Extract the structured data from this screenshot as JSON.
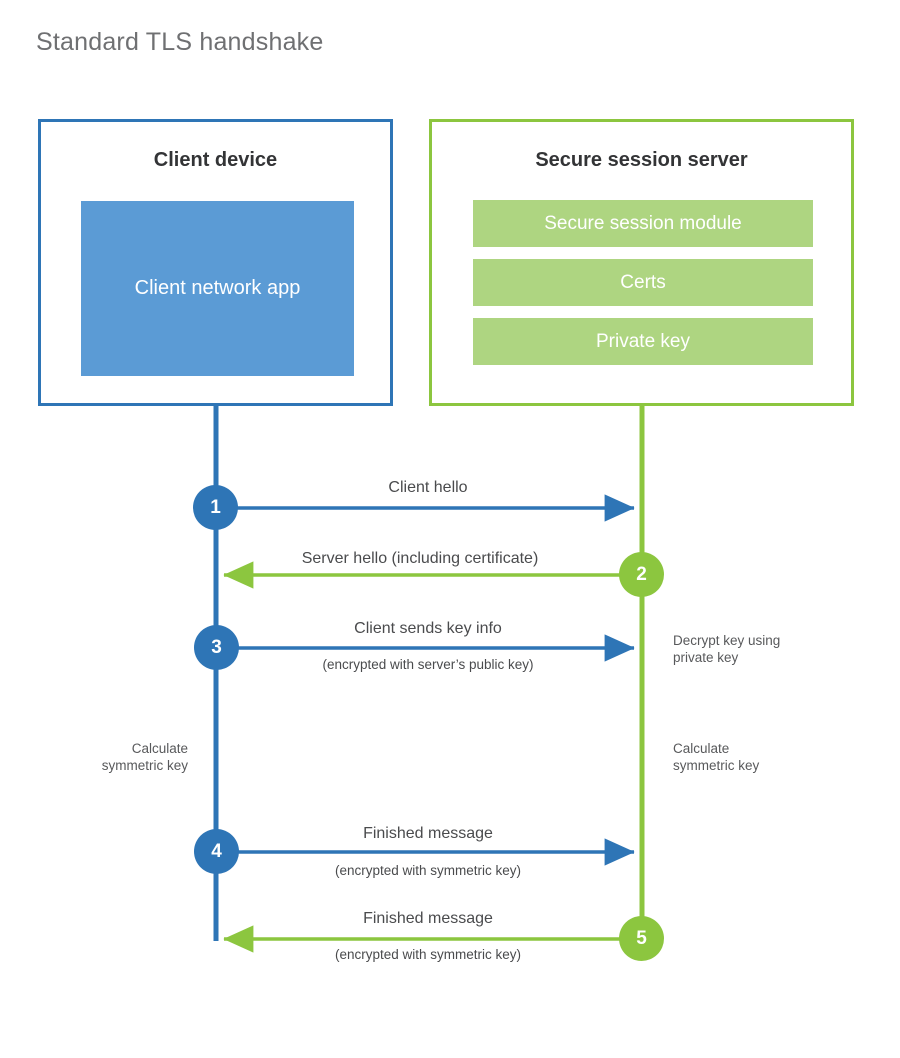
{
  "title": "Standard TLS handshake",
  "colors": {
    "client_border": "#2E75B6",
    "client_fill": "#5B9BD5",
    "server_border": "#8CC63F",
    "server_fill": "#AED581",
    "title_text": "#6f7072",
    "body_text": "#4a4b4d"
  },
  "client": {
    "title": "Client device",
    "app_label": "Client network app"
  },
  "server": {
    "title": "Secure session server",
    "bars": [
      {
        "label": "Secure session module"
      },
      {
        "label": "Certs"
      },
      {
        "label": "Private key"
      }
    ]
  },
  "steps": [
    {
      "number": "1",
      "side": "client",
      "label": "Client hello",
      "sub": ""
    },
    {
      "number": "2",
      "side": "server",
      "label": "Server hello (including certificate)",
      "sub": ""
    },
    {
      "number": "3",
      "side": "client",
      "label": "Client sends key info",
      "sub": "(encrypted with server’s public key)"
    },
    {
      "number": "4",
      "side": "client",
      "label": "Finished message",
      "sub": "(encrypted with symmetric key)"
    },
    {
      "number": "5",
      "side": "server",
      "label": "Finished message",
      "sub": "(encrypted with symmetric key)"
    }
  ],
  "notes": {
    "server_decrypt_line1": "Decrypt key using",
    "server_decrypt_line2": "private key",
    "client_calc_line1": "Calculate",
    "client_calc_line2": "symmetric key",
    "server_calc_line1": "Calculate",
    "server_calc_line2": "symmetric key"
  }
}
